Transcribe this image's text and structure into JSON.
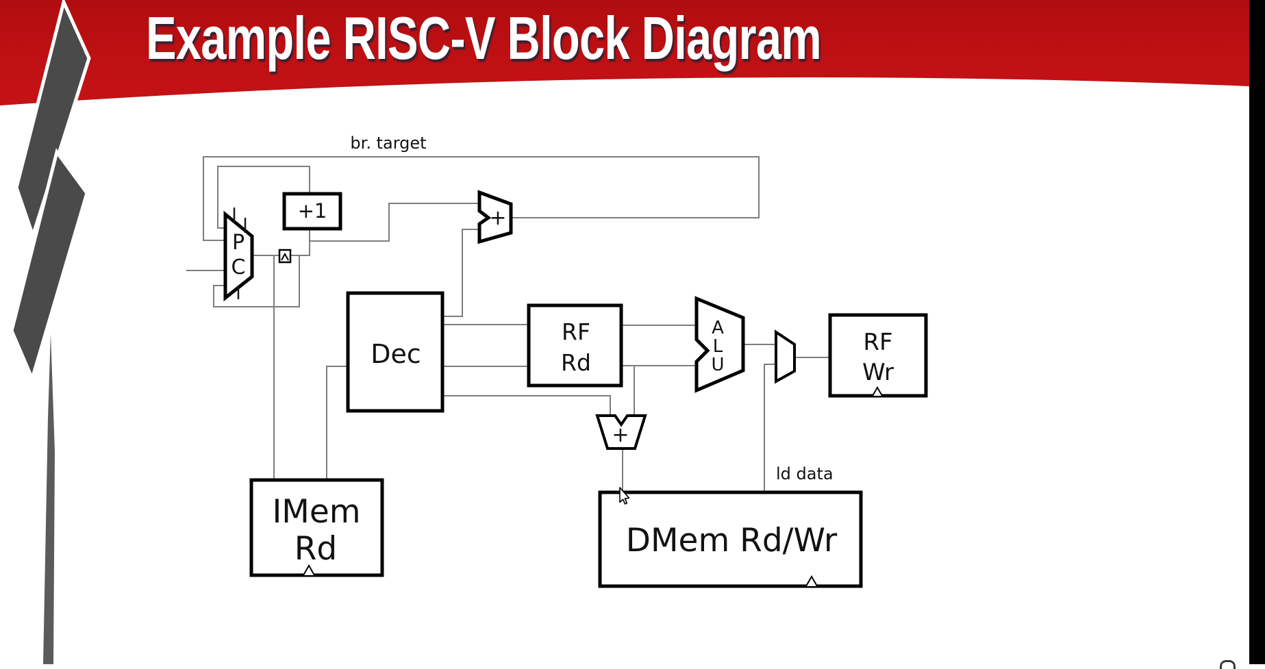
{
  "slide": {
    "title": "Example RISC-V Block Diagram"
  },
  "colors": {
    "banner_red": "#bd0f12",
    "banner_red_dark": "#a80c0f",
    "decoration_gray": "#4a4a4a",
    "bar_gray": "#5b5b5b",
    "wire_gray": "#7d7d7d",
    "block_border": "#000000",
    "right_band_black": "#000000"
  },
  "diagram": {
    "br_target_label": "br. target",
    "ld_data_label": "ld data",
    "plus_one": "+1",
    "pc": [
      "P",
      "C"
    ],
    "dec": "Dec",
    "rf_rd": [
      "RF",
      "Rd"
    ],
    "alu": [
      "A",
      "L",
      "U"
    ],
    "branch_adder_plus": "+",
    "addr_adder_plus": "+",
    "rf_wr": [
      "RF",
      "Wr"
    ],
    "imem": [
      "IMem",
      "Rd"
    ],
    "dmem": "DMem Rd/Wr"
  }
}
